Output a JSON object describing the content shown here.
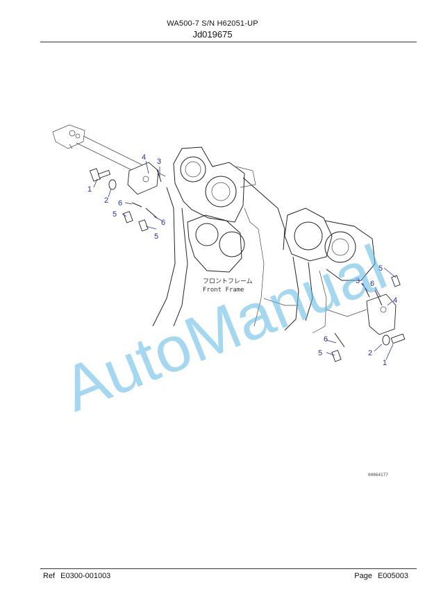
{
  "header": {
    "title": "WA500-7 S/N H62051-UP",
    "subtitle": "Jd019675"
  },
  "diagram": {
    "frame_label_jp": "フロントフレーム",
    "frame_label_en": "Front Frame",
    "drawing_code": "00064177",
    "left_callouts": [
      "1",
      "2",
      "3",
      "4",
      "5",
      "5",
      "6",
      "6"
    ],
    "right_callouts": [
      "1",
      "2",
      "3",
      "4",
      "5",
      "5",
      "6",
      "6"
    ]
  },
  "watermark": "AutoManual",
  "footer": {
    "ref_label": "Ref",
    "ref_value": "E0300-001003",
    "page_label": "Page",
    "page_value": "E005003"
  }
}
